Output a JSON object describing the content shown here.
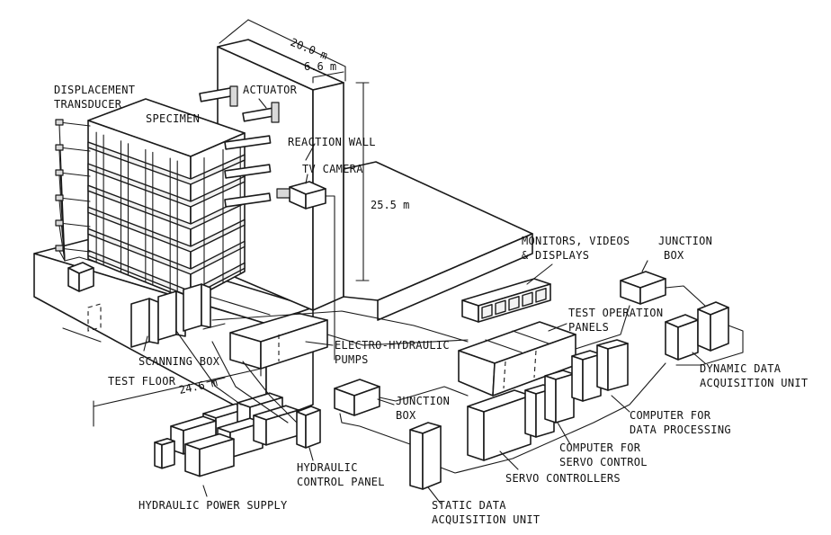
{
  "labels": {
    "displacement": "DISPLACEMENT",
    "transducer": "TRANSDUCER",
    "specimen": "SPECIMEN",
    "actuator": "ACTUATOR",
    "reaction_wall": "REACTION WALL",
    "tv_camera": "TV CAMERA",
    "monitors_1": "MONITORS, VIDEOS",
    "monitors_2": "& DISPLAYS",
    "junction_box_top_1": "JUNCTION",
    "junction_box_top_2": "BOX",
    "test_op_1": "TEST OPERATION",
    "test_op_2": "PANELS",
    "electro_1": "ELECTRO-HYDRAULIC",
    "electro_2": "PUMPS",
    "scanning_box": "SCANNING BOX",
    "test_floor": "TEST FLOOR",
    "junction_box_mid_1": "JUNCTION",
    "junction_box_mid_2": "BOX",
    "dynamic_1": "DYNAMIC DATA",
    "dynamic_2": "ACQUISITION UNIT",
    "computer_dp_1": "COMPUTER FOR",
    "computer_dp_2": "DATA PROCESSING",
    "computer_sc_1": "COMPUTER FOR",
    "computer_sc_2": "SERVO CONTROL",
    "servo_controllers": "SERVO CONTROLLERS",
    "hydraulic_cp_1": "HYDRAULIC",
    "hydraulic_cp_2": "CONTROL PANEL",
    "hydraulic_ps": "HYDRAULIC POWER SUPPLY",
    "static_1": "STATIC DATA",
    "static_2": "ACQUISITION UNIT"
  },
  "dimensions": {
    "wall_width": "20.0 m",
    "wall_thickness": "6.6 m",
    "wall_height": "25.5 m",
    "floor_length": "24.6 m"
  }
}
